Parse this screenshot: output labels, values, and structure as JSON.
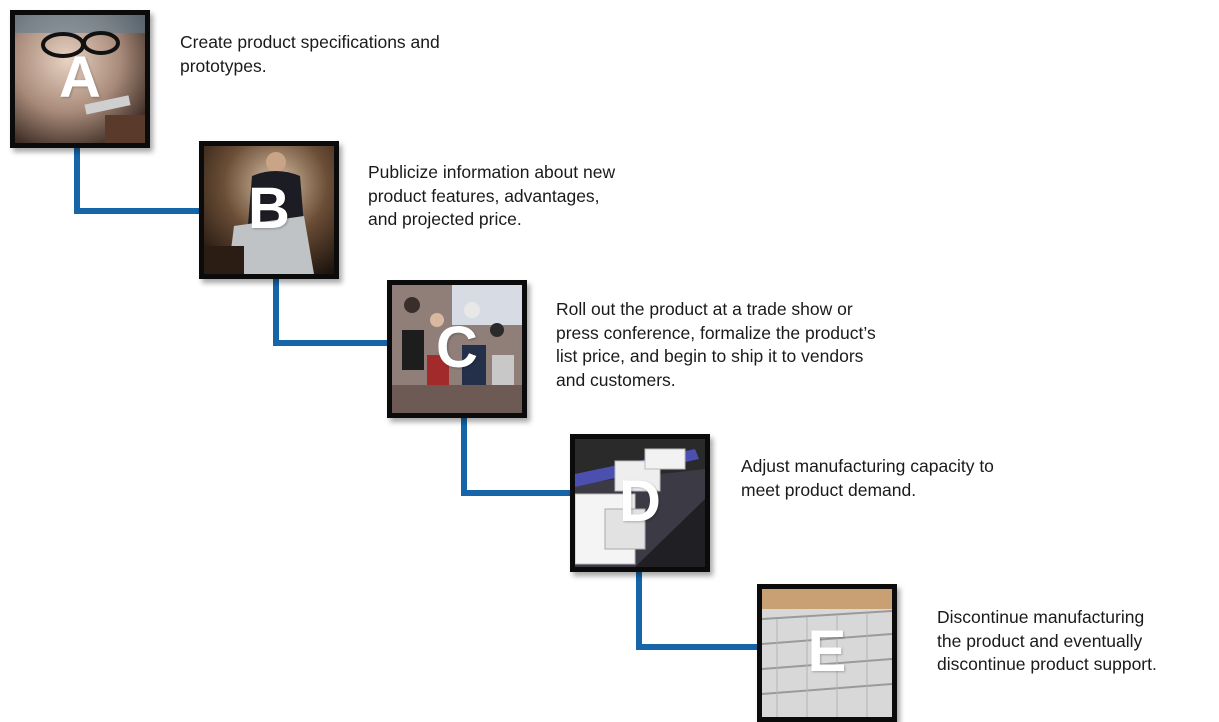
{
  "accent_color": "#1565a8",
  "stages": [
    {
      "letter": "A",
      "description": "Create product specifications and\nprototypes.",
      "photo": "person-examining-prototype"
    },
    {
      "letter": "B",
      "description": "Publicize information about new\nproduct features, advantages,\nand projected price.",
      "photo": "speaker-at-podium"
    },
    {
      "letter": "C",
      "description": "Roll out the product at a trade show or\npress conference, formalize the product’s\nlist price, and begin to ship it to vendors\nand customers.",
      "photo": "trade-show-crowd"
    },
    {
      "letter": "D",
      "description": "Adjust manufacturing capacity to\nmeet product demand.",
      "photo": "boxes-on-conveyor"
    },
    {
      "letter": "E",
      "description": "Discontinue manufacturing\nthe product and eventually\ndiscontinue product support.",
      "photo": "empty-store-shelves"
    }
  ]
}
